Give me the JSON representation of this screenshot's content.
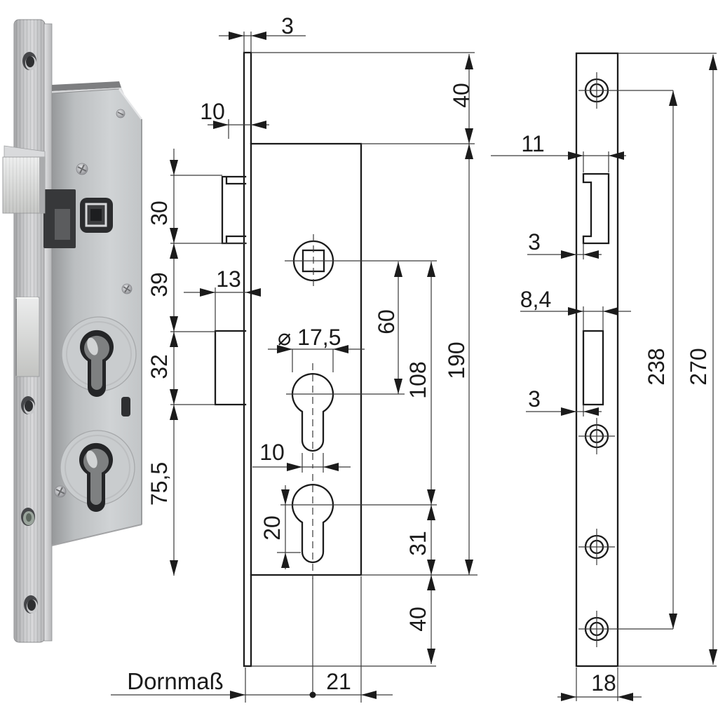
{
  "side": {
    "dims": {
      "plate_thickness": "3",
      "margin_top": "40",
      "latch_protrusion": "10",
      "latch_height": "30",
      "gap_latch_deadbolt": "39",
      "deadbolt_height": "32",
      "lower_section": "75,5",
      "deadbolt_throw": "13",
      "cylinder_dia": "⌀ 17,5",
      "follower_to_cyl": "60",
      "cyl_spacing": "108",
      "case_height": "190",
      "profile_width": "10",
      "profile_length": "20",
      "cyl_to_bottom": "31",
      "margin_bottom": "40",
      "axis_to_edge": "21",
      "backset_label": "Dornmaß"
    }
  },
  "front": {
    "dims": {
      "latch_cutout_width": "11",
      "latch_offset": "3",
      "bolt_slot_width": "8,4",
      "bolt_slot_offset": "3",
      "hole_spacing": "238",
      "plate_length": "270",
      "plate_width": "18"
    }
  }
}
